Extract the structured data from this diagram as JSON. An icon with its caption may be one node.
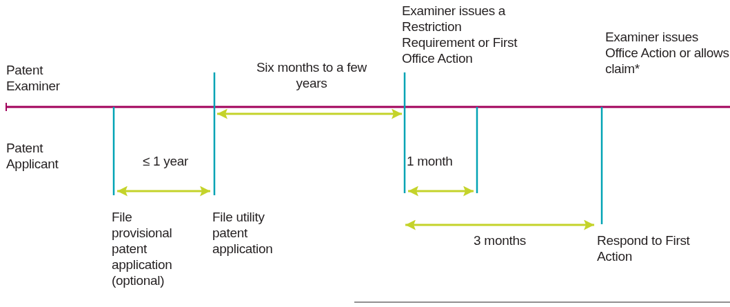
{
  "diagram": {
    "labels": [
      "Examiner issues a Restriction Requirement or First Office Action",
      "Examiner issues Office Action or allows claim*",
      "Patent Examiner",
      "Six months to a few years",
      "Patent Applicant",
      "≤ 1 year",
      "1 month",
      "File provisional patent application (optional)",
      "File utility patent application",
      "3 months",
      "Respond to First Action"
    ]
  }
}
